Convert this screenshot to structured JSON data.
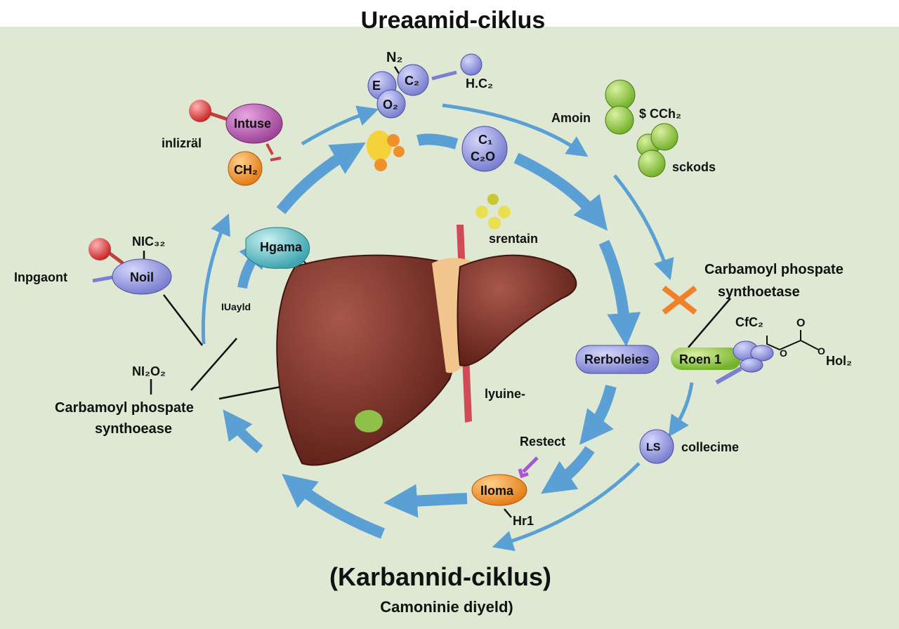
{
  "title": "Ureaamid-ciklus",
  "footer": {
    "title": "(Karbannid-ciklus)",
    "subtitle": "Camoninie diyeld)"
  },
  "labels": {
    "n2": "N₂",
    "e": "E",
    "c2": "C₂",
    "o2": "O₂",
    "hc2": "H.C₂",
    "intuse": "Intuse",
    "inlizral": "inlizräl",
    "ch2": "CH₂",
    "c1": "C₁",
    "c2o": "C₂O",
    "amoin": "Amoin",
    "scch2": "$ CCh₂",
    "sckods": "sckods",
    "nic32": "NIC₃₂",
    "noil": "Noil",
    "inpgaont": "Inpgaont",
    "hgama": "Hgama",
    "iuayld": "IUayld",
    "srentain": "srentain",
    "ni2o2": "NI₂O₂",
    "cps_left_1": "Carbamoyl phospate",
    "cps_left_2": "synthoease",
    "cps_right_1": "Carbamoyl phospate",
    "cps_right_2": "synthoetase",
    "cfc2": "CfC₂",
    "o_top": "O",
    "o_mid": "O",
    "o_right": "O",
    "hol2": "Hol₂",
    "rerboleies": "Rerboleies",
    "roen1": "Roen 1",
    "lyuine": "lyuine-",
    "restect": "Restect",
    "iloma": "Iloma",
    "hr1": "Hr1",
    "ls": "LS",
    "collecime": "collecime"
  },
  "colors": {
    "background": "#dfe8d3",
    "arrow": "#5aa0d4",
    "liver": "#7a2e24",
    "molecule_blue": "#8b8fd8",
    "molecule_green": "#8cc43c",
    "orange": "#f0902a"
  }
}
